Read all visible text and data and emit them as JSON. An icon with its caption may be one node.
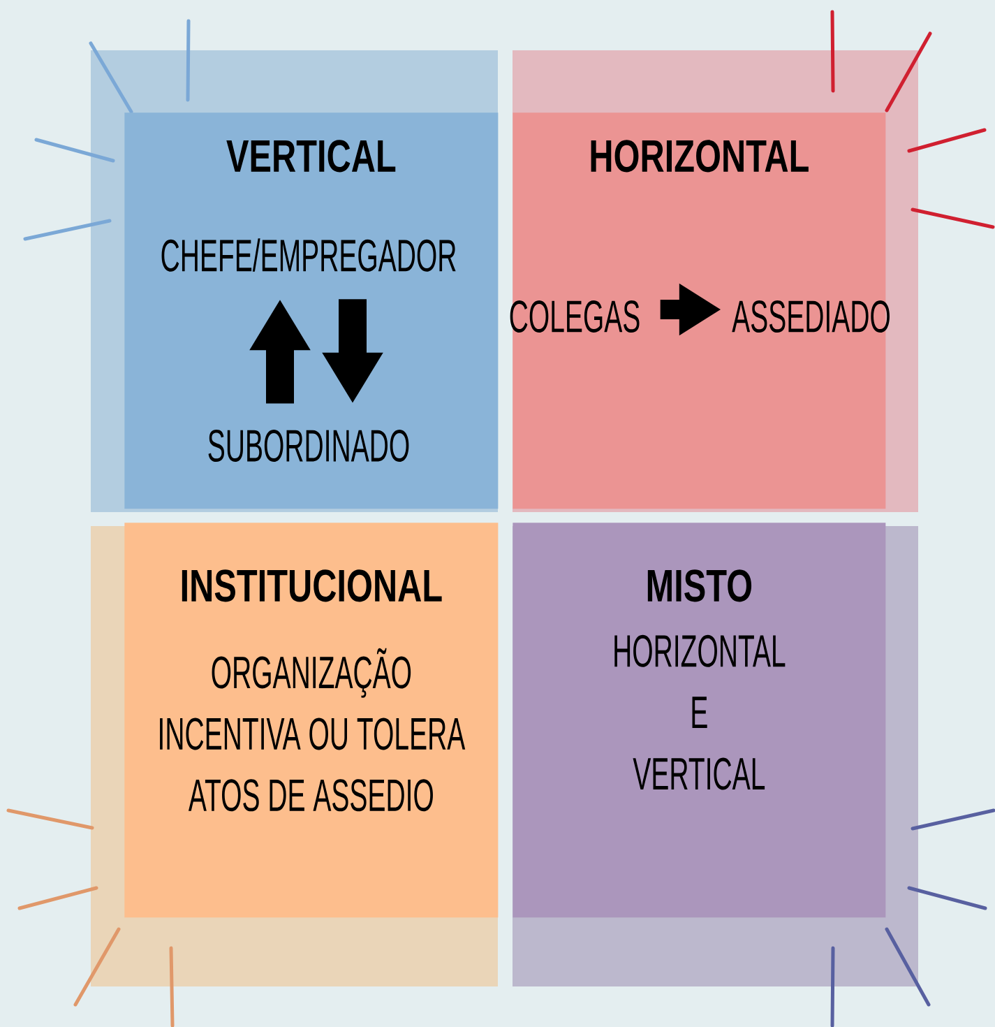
{
  "diagram": {
    "nodes": [
      {
        "text": [
          "VERTICAL"
        ]
      },
      {
        "text": [
          "CHEFE/EMPREGADOR"
        ],
        "in": 0
      },
      {
        "text": [
          "SUBORDINADO"
        ],
        "in": 0
      },
      {
        "text": [
          "HORIZONTAL"
        ]
      },
      {
        "text": [
          "COLEGAS"
        ],
        "in": 3
      },
      {
        "text": [
          "ASSEDIADO"
        ],
        "in": 3
      },
      {
        "text": [
          "INSTITUCIONAL",
          "ORGANIZAÇÃO INCENTIVA OU TOLERA ATOS DE ASSEDIO"
        ]
      },
      {
        "text": [
          "MISTO",
          "HORIZONTAL E VERTICAL"
        ]
      }
    ],
    "edges": [
      {
        "from": 2,
        "to": 1,
        "arrow": "to"
      },
      {
        "from": 1,
        "to": 2,
        "arrow": "to"
      },
      {
        "from": 4,
        "to": 5,
        "arrow": "to"
      }
    ]
  }
}
